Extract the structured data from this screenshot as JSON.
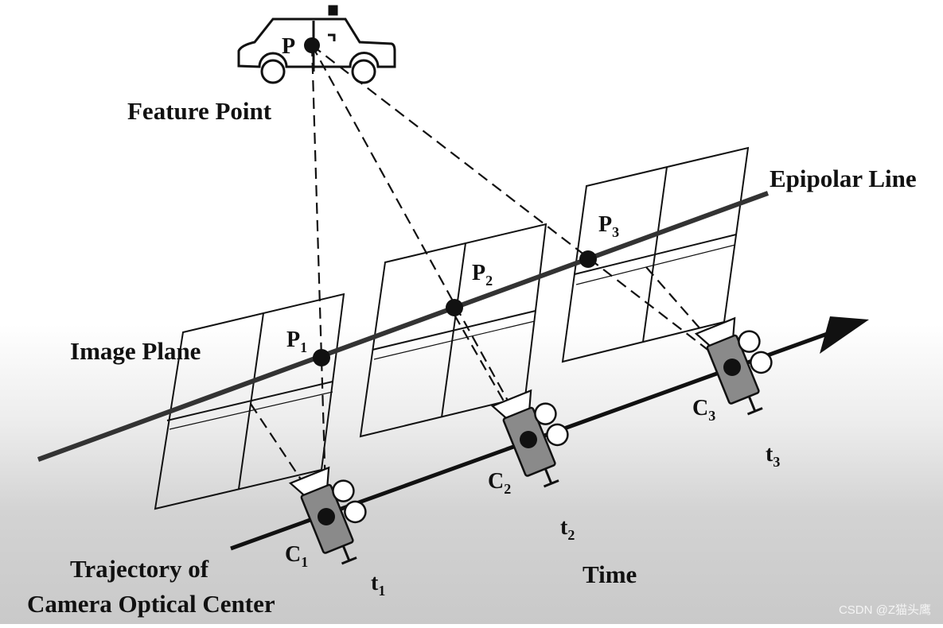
{
  "labels": {
    "feature_point": "Feature Point",
    "epipolar_line": "Epipolar Line",
    "image_plane": "Image Plane",
    "trajectory_line1": "Trajectory of",
    "trajectory_line2": "Camera Optical Center",
    "time": "Time"
  },
  "point_labels": {
    "p": "P",
    "p1_base": "P",
    "p1_sub": "1",
    "p2_base": "P",
    "p2_sub": "2",
    "p3_base": "P",
    "p3_sub": "3"
  },
  "camera_labels": {
    "c1_base": "C",
    "c1_sub": "1",
    "c2_base": "C",
    "c2_sub": "2",
    "c3_base": "C",
    "c3_sub": "3"
  },
  "time_labels": {
    "t1_base": "t",
    "t1_sub": "1",
    "t2_base": "t",
    "t2_sub": "2",
    "t3_base": "t",
    "t3_sub": "3"
  },
  "watermark": "CSDN @Z猫头鹰",
  "colors": {
    "stroke": "#111111",
    "camera_body": "#8a8a8a",
    "background_top": "#ffffff",
    "background_bottom": "#c9c9c9"
  },
  "icons": [
    "car-icon",
    "camera-icon"
  ]
}
